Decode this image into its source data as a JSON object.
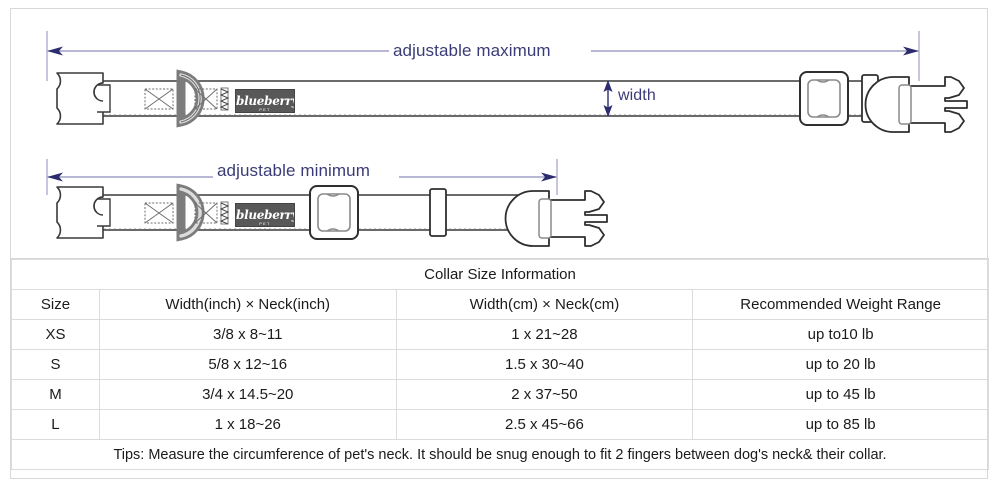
{
  "diagram": {
    "max_label": "adjustable maximum",
    "min_label": "adjustable minimum",
    "width_label": "width",
    "brand": {
      "name": "blueberry",
      "sub": "PET"
    },
    "colors": {
      "dim_line": "#8e8ebc",
      "dim_arrow": "#2b2b6e",
      "label_text": "#3b3b78",
      "outline": "#3a3a3a",
      "metal": "#9a9a9a"
    }
  },
  "table": {
    "title": "Collar Size Information",
    "headers": [
      "Size",
      "Width(inch)  ×  Neck(inch)",
      "Width(cm)  ×  Neck(cm)",
      "Recommended Weight Range"
    ],
    "rows": [
      {
        "size": "XS",
        "inch": "3/8 x 8~11",
        "cm": "1 x 21~28",
        "weight": "up to10 lb"
      },
      {
        "size": "S",
        "inch": "5/8 x 12~16",
        "cm": "1.5 x 30~40",
        "weight": "up to 20 lb"
      },
      {
        "size": "M",
        "inch": "3/4 x 14.5~20",
        "cm": "2 x 37~50",
        "weight": "up to 45 lb"
      },
      {
        "size": "L",
        "inch": "1 x 18~26",
        "cm": "2.5 x 45~66",
        "weight": "up to 85 lb"
      }
    ],
    "tips": "Tips: Measure the circumference of pet's neck. It should be snug enough to fit 2 fingers between dog's neck& their collar."
  }
}
